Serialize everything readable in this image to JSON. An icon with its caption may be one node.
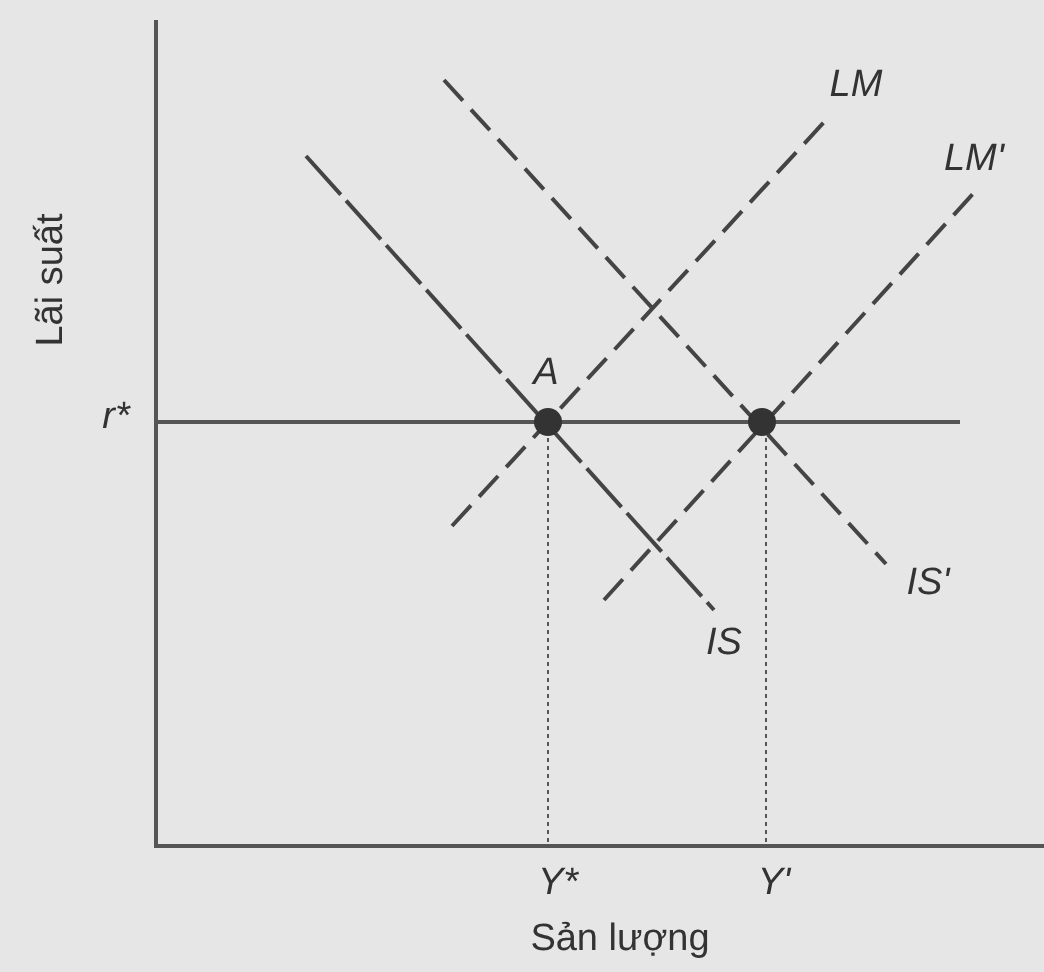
{
  "diagram": {
    "labels": [
      "LM",
      "LM'",
      "A",
      "r*",
      "IS",
      "IS'",
      "Y*",
      "Y'",
      "Lãi suất",
      "Sản lượng"
    ]
  }
}
